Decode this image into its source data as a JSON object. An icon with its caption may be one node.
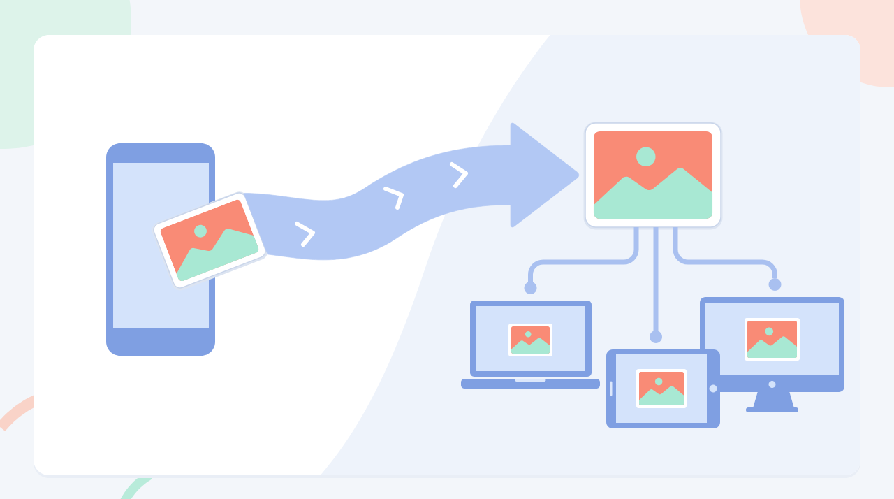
{
  "diagram": {
    "nodes": [
      {
        "text": [],
        "shape": "phone"
      },
      {
        "text": [],
        "shape": "picture"
      },
      {
        "text": [],
        "shape": "picture"
      },
      {
        "text": [],
        "shape": "laptop"
      },
      {
        "text": [],
        "shape": "tablet"
      },
      {
        "text": [],
        "shape": "monitor"
      }
    ],
    "edges": [
      {
        "from": 1,
        "to": 2,
        "arrow": "to",
        "style": "thick"
      },
      {
        "from": 2,
        "to": 3,
        "arrow": "other"
      },
      {
        "from": 2,
        "to": 4,
        "arrow": "other"
      },
      {
        "from": 2,
        "to": 5,
        "arrow": "other"
      }
    ]
  }
}
